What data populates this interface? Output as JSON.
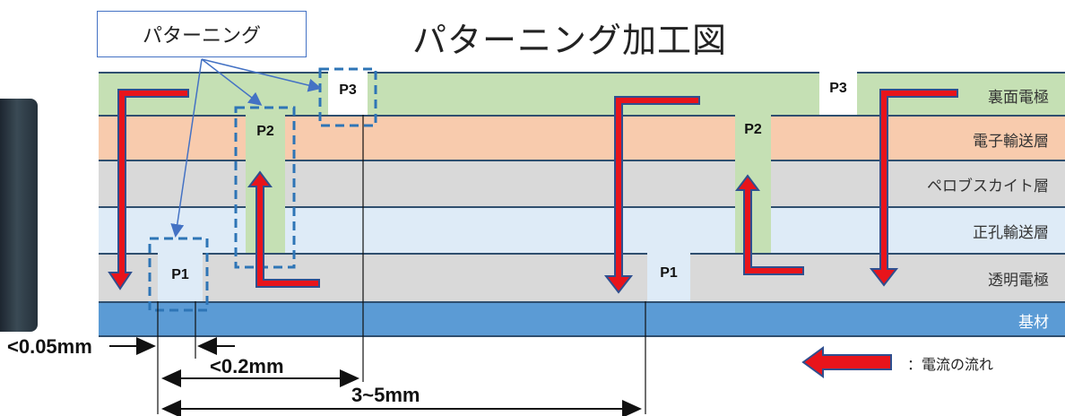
{
  "title": "パターニング加工図",
  "callout": "パターニング",
  "layers": {
    "back_electrode": "裏面電極",
    "electron_transport": "電子輸送層",
    "perovskite": "ペロブスカイト層",
    "hole_transport": "正孔輸送層",
    "transparent_electrode": "透明電極",
    "substrate": "基材"
  },
  "patterns": {
    "p1_left": "P1",
    "p2_left": "P2",
    "p3_left": "P3",
    "p1_right": "P1",
    "p2_right": "P2",
    "p3_right": "P3"
  },
  "dimensions": {
    "d1": "<0.05mm",
    "d2": "<0.2mm",
    "d3": "3~5mm"
  },
  "legend": "：電流の流れ",
  "colors": {
    "back_electrode": "#c5e0b4",
    "electron_transport": "#f8cbad",
    "perovskite": "#d9d9d9",
    "hole_transport": "#deebf7",
    "transparent_electrode": "#d9d9d9",
    "substrate": "#5b9bd5",
    "arrow_fill": "#e8141b",
    "arrow_outline": "#2f4f8f",
    "dashed": "#2e75b6"
  }
}
